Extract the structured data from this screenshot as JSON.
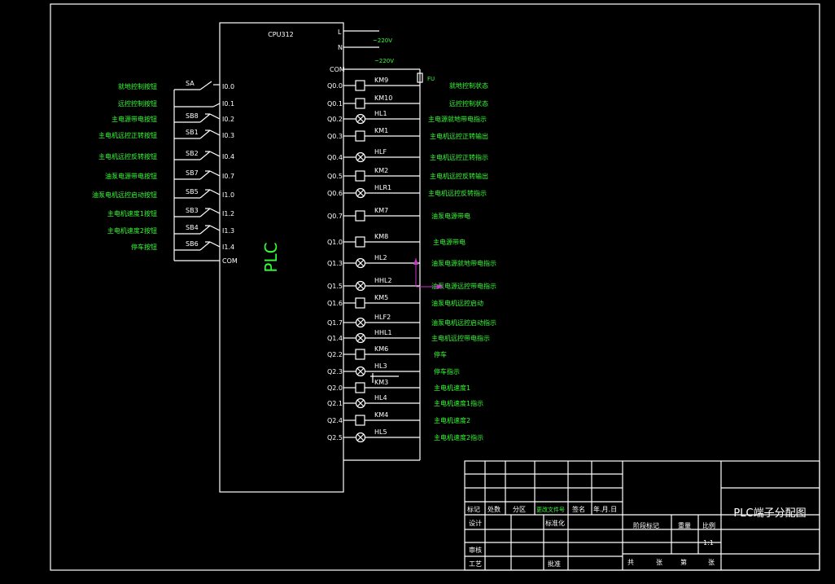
{
  "cpu_label": "CPU312",
  "plc_label": "PLC",
  "power": {
    "l": "L",
    "n": "N",
    "v1": "~220V",
    "com": "COM",
    "v2": "~220V",
    "fuse": "FU"
  },
  "inputs": [
    {
      "desc": "就地控制按钮",
      "dev": "SA",
      "addr": "I0.0"
    },
    {
      "desc": "远控控制按钮",
      "dev": "",
      "addr": "I0.1"
    },
    {
      "desc": "主电源带电按钮",
      "dev": "SB8",
      "addr": "I0.2"
    },
    {
      "desc": "主电机远控正转按钮",
      "dev": "SB1",
      "addr": "I0.3"
    },
    {
      "desc": "主电机远控反转按钮",
      "dev": "SB2",
      "addr": "I0.4"
    },
    {
      "desc": "油泵电源带电按钮",
      "dev": "SB7",
      "addr": "I0.7"
    },
    {
      "desc": "油泵电机远控启动按钮",
      "dev": "SB5",
      "addr": "I1.0"
    },
    {
      "desc": "主电机速度1按钮",
      "dev": "SB3",
      "addr": "I1.2"
    },
    {
      "desc": "主电机速度2按钮",
      "dev": "SB4",
      "addr": "I1.3"
    },
    {
      "desc": "停车按钮",
      "dev": "SB6",
      "addr": "I1.4"
    }
  ],
  "input_com": "COM",
  "outputs": [
    {
      "addr": "Q0.0",
      "dev": "KM9",
      "kind": "coil",
      "desc": "就地控制状态"
    },
    {
      "addr": "Q0.1",
      "dev": "KM10",
      "kind": "coil",
      "desc": "远控控制状态"
    },
    {
      "addr": "Q0.2",
      "dev": "HL1",
      "kind": "lamp",
      "desc": "主电源就地带电指示"
    },
    {
      "addr": "Q0.3",
      "dev": "KM1",
      "kind": "coil",
      "desc": "主电机远控正转输出"
    },
    {
      "addr": "Q0.4",
      "dev": "HLF",
      "kind": "lamp",
      "desc": "主电机远控正转指示"
    },
    {
      "addr": "Q0.5",
      "dev": "KM2",
      "kind": "coil",
      "desc": "主电机远控反转输出"
    },
    {
      "addr": "Q0.6",
      "dev": "HLR1",
      "kind": "lamp",
      "desc": "主电机远控反转指示"
    },
    {
      "addr": "Q0.7",
      "dev": "KM7",
      "kind": "coil",
      "desc": "油泵电源带电"
    },
    {
      "addr": "Q1.0",
      "dev": "KM8",
      "kind": "coil",
      "desc": "主电源带电"
    },
    {
      "addr": "Q1.3",
      "dev": "HL2",
      "kind": "lamp",
      "desc": "油泵电源就地带电指示"
    },
    {
      "addr": "Q1.5",
      "dev": "HHL2",
      "kind": "lamp",
      "desc": "油泵电源远控带电指示"
    },
    {
      "addr": "Q1.6",
      "dev": "KM5",
      "kind": "coil",
      "desc": "油泵电机远控启动"
    },
    {
      "addr": "Q1.7",
      "dev": "HLF2",
      "kind": "lamp",
      "desc": "油泵电机远控启动指示"
    },
    {
      "addr": "Q1.4",
      "dev": "HHL1",
      "kind": "lamp",
      "desc": "主电机远控带电指示"
    },
    {
      "addr": "Q2.2",
      "dev": "KM6",
      "kind": "coil",
      "desc": "停车"
    },
    {
      "addr": "Q2.3",
      "dev": "HL3",
      "kind": "lamp",
      "desc": "停车指示"
    },
    {
      "addr": "Q2.0",
      "dev": "KM3",
      "kind": "coil",
      "desc": "主电机速度1"
    },
    {
      "addr": "Q2.1",
      "dev": "HL4",
      "kind": "lamp",
      "desc": "主电机速度1指示"
    },
    {
      "addr": "Q2.4",
      "dev": "KM4",
      "kind": "coil",
      "desc": "主电机速度2"
    },
    {
      "addr": "Q2.5",
      "dev": "HL5",
      "kind": "lamp",
      "desc": "主电机速度2指示"
    }
  ],
  "title_block": {
    "headers": [
      "标记",
      "处数",
      "分区",
      "更改文件号",
      "签名",
      "年.月.日"
    ],
    "design": "设计",
    "standard": "标准化",
    "review": "审核",
    "process": "工艺",
    "approve": "批准",
    "stage": "阶段标记",
    "weight": "重量",
    "scale": "比例",
    "scale_value": "1:1",
    "total": "共",
    "sheet1": "张",
    "page": "第",
    "sheet2": "张",
    "title": "PLC端子分配图"
  },
  "colors": {
    "line": "#ffffff",
    "label": "#33ff33",
    "marker": "#cc33cc",
    "background": "#000000"
  }
}
